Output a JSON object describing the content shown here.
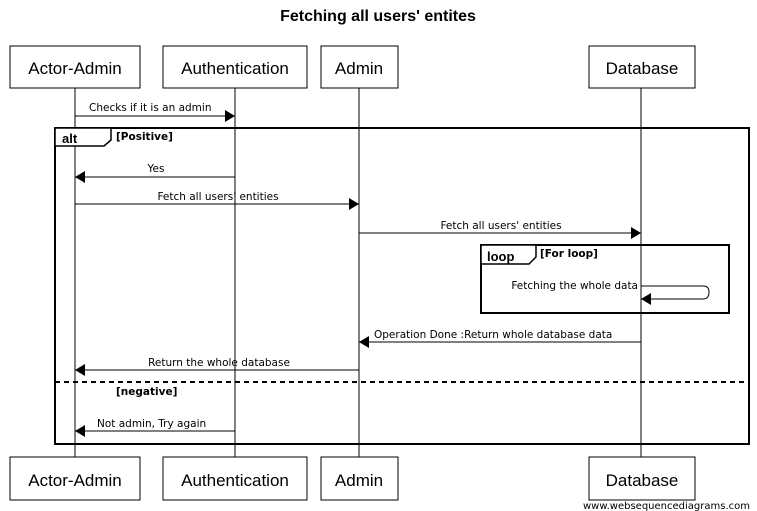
{
  "title": "Fetching all users' entites",
  "participants": [
    {
      "id": "actor-admin",
      "label": "Actor-Admin"
    },
    {
      "id": "authentication",
      "label": "Authentication"
    },
    {
      "id": "admin",
      "label": "Admin"
    },
    {
      "id": "database",
      "label": "Database"
    }
  ],
  "messages": [
    {
      "label": "Checks if it is an admin",
      "from": "actor-admin",
      "to": "authentication"
    },
    {
      "label": "Yes",
      "from": "authentication",
      "to": "actor-admin"
    },
    {
      "label": "Fetch all users' entities",
      "from": "actor-admin",
      "to": "admin"
    },
    {
      "label": "Fetch all users' entities",
      "from": "admin",
      "to": "database"
    },
    {
      "label": "Fetching the whole data",
      "from": "database",
      "to": "database"
    },
    {
      "label": "Operation Done :Return whole database data",
      "from": "database",
      "to": "admin"
    },
    {
      "label": "Return the whole database",
      "from": "admin",
      "to": "actor-admin"
    },
    {
      "label": "Not admin, Try again",
      "from": "authentication",
      "to": "actor-admin"
    }
  ],
  "alt_frame": {
    "tag": "alt",
    "guard_positive": "[Positive]",
    "guard_negative": "[negative]"
  },
  "loop_frame": {
    "tag": "loop",
    "guard": "[For loop]"
  },
  "watermark": "www.websequencediagrams.com"
}
